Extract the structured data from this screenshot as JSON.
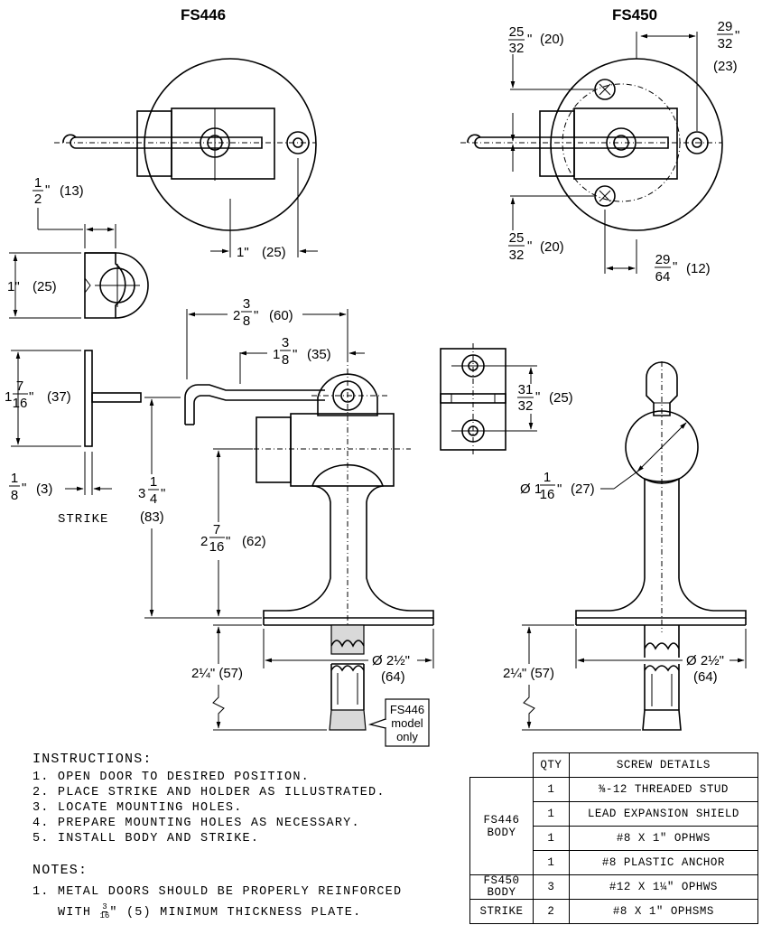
{
  "titles": {
    "left": "FS446",
    "right": "FS450"
  },
  "dims": {
    "fs446_hole_offset": {
      "whole": "1\"",
      "mm": "(25)"
    },
    "fs450_top_offset": {
      "num": "29",
      "den": "32",
      "mm": "(23)"
    },
    "fs450_upper_hole": {
      "num": "25",
      "den": "32",
      "mm": "(20)"
    },
    "fs450_lower_hole": {
      "num": "25",
      "den": "32",
      "mm": "(20)"
    },
    "fs450_bottom_offset": {
      "num": "29",
      "den": "64",
      "mm": "(12)"
    },
    "strike_thickness_top": {
      "num": "1",
      "den": "2",
      "mm": "(13)"
    },
    "strike_side_height": {
      "whole": "1\"",
      "mm": "(25)"
    },
    "strike_height": {
      "whole": "1",
      "num": "7",
      "den": "16",
      "mm": "(37)"
    },
    "strike_plate": {
      "num": "1",
      "den": "8",
      "mm": "(3)"
    },
    "strike_label": "STRIKE",
    "hook_reach": {
      "whole": "2",
      "num": "3",
      "den": "8",
      "mm": "(60)"
    },
    "hook_offset": {
      "whole": "1",
      "num": "3",
      "den": "8",
      "mm": "(35)"
    },
    "total_height": {
      "whole": "3",
      "num": "1",
      "den": "4",
      "mm": "(83)"
    },
    "body_height": {
      "whole": "2",
      "num": "7",
      "den": "16",
      "mm": "(62)"
    },
    "holder_spacing": {
      "num": "31",
      "den": "32",
      "mm": "(25)"
    },
    "ball_diameter": {
      "prefix": "Ø 1",
      "num": "1",
      "den": "16",
      "mm": "(27)"
    },
    "embed_left": "2¼\" (57)",
    "embed_right": "2¼\" (57)",
    "base_left": {
      "label": "Ø 2½\"",
      "mm": "(64)"
    },
    "base_right": {
      "label": "Ø 2½\"",
      "mm": "(64)"
    }
  },
  "callout": {
    "line1": "FS446",
    "line2": "model",
    "line3": "only"
  },
  "instructions": {
    "heading": "INSTRUCTIONS:",
    "steps": [
      "1. OPEN DOOR TO DESIRED POSITION.",
      "2. PLACE STRIKE AND HOLDER AS ILLUSTRATED.",
      "3. LOCATE MOUNTING HOLES.",
      "4. PREPARE MOUNTING HOLES AS NECESSARY.",
      "5. INSTALL BODY AND STRIKE."
    ]
  },
  "notes": {
    "heading": "NOTES:",
    "line1": "1. METAL DOORS SHOULD BE PROPERLY REINFORCED",
    "line2_pre": "WITH",
    "line2_num": "3",
    "line2_den": "16",
    "line2_post": "\" (5) MINIMUM THICKNESS PLATE."
  },
  "screw_table": {
    "headers": {
      "qty": "QTY",
      "details": "SCREW DETAILS"
    },
    "groups": {
      "fs446_body": "FS446 BODY",
      "fs450_body": "FS450 BODY",
      "strike": "STRIKE"
    },
    "rows": [
      {
        "qty": "1",
        "detail": "⅜-12 THREADED STUD"
      },
      {
        "qty": "1",
        "detail": "LEAD EXPANSION SHIELD"
      },
      {
        "qty": "1",
        "detail": "#8 X 1\" OPHWS"
      },
      {
        "qty": "1",
        "detail": "#8 PLASTIC ANCHOR"
      },
      {
        "qty": "3",
        "detail": "#12 X 1¼\" OPHWS"
      },
      {
        "qty": "2",
        "detail": "#8 X 1\" OPHSMS"
      }
    ]
  }
}
